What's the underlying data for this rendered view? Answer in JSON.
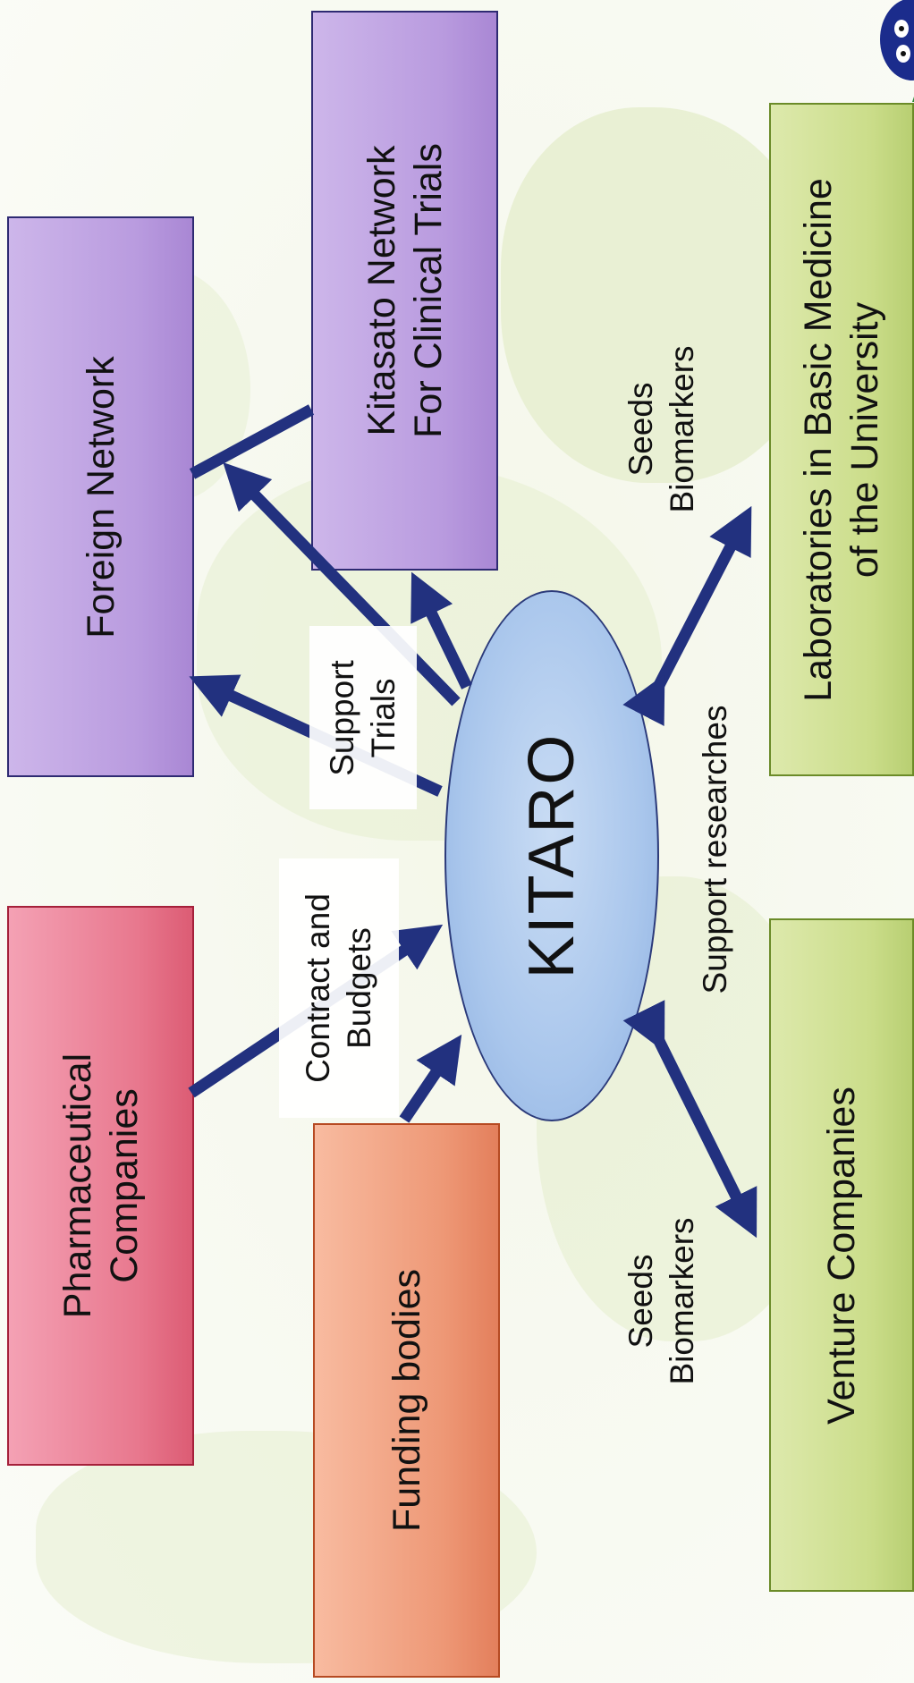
{
  "center": {
    "label": "KITARO"
  },
  "boxes": {
    "foreign_network": "Foreign Network",
    "kitasato_network": [
      "Kitasato Network",
      "For Clinical Trials"
    ],
    "pharmaceutical": [
      "Pharmaceutical",
      "Companies"
    ],
    "funding": "Funding bodies",
    "laboratories": [
      "Laboratories in Basic Medicine",
      "of the University"
    ],
    "venture": "Venture Companies"
  },
  "edge_labels": {
    "support_trials": [
      "Support",
      "Trials"
    ],
    "contract_budgets": [
      "Contract and",
      "Budgets"
    ],
    "support_researches": "Support researches",
    "seeds_biomarkers_top": [
      "Seeds",
      "Biomarkers"
    ],
    "seeds_biomarkers_bottom": [
      "Seeds",
      "Biomarkers"
    ]
  },
  "colors": {
    "arrow": "#22317f",
    "purple_box": "#b99bdf",
    "pink_box": "#e8788e",
    "orange_box": "#ee9876",
    "green_box": "#cbdd8a",
    "center_ellipse": "#a9c6ec"
  }
}
